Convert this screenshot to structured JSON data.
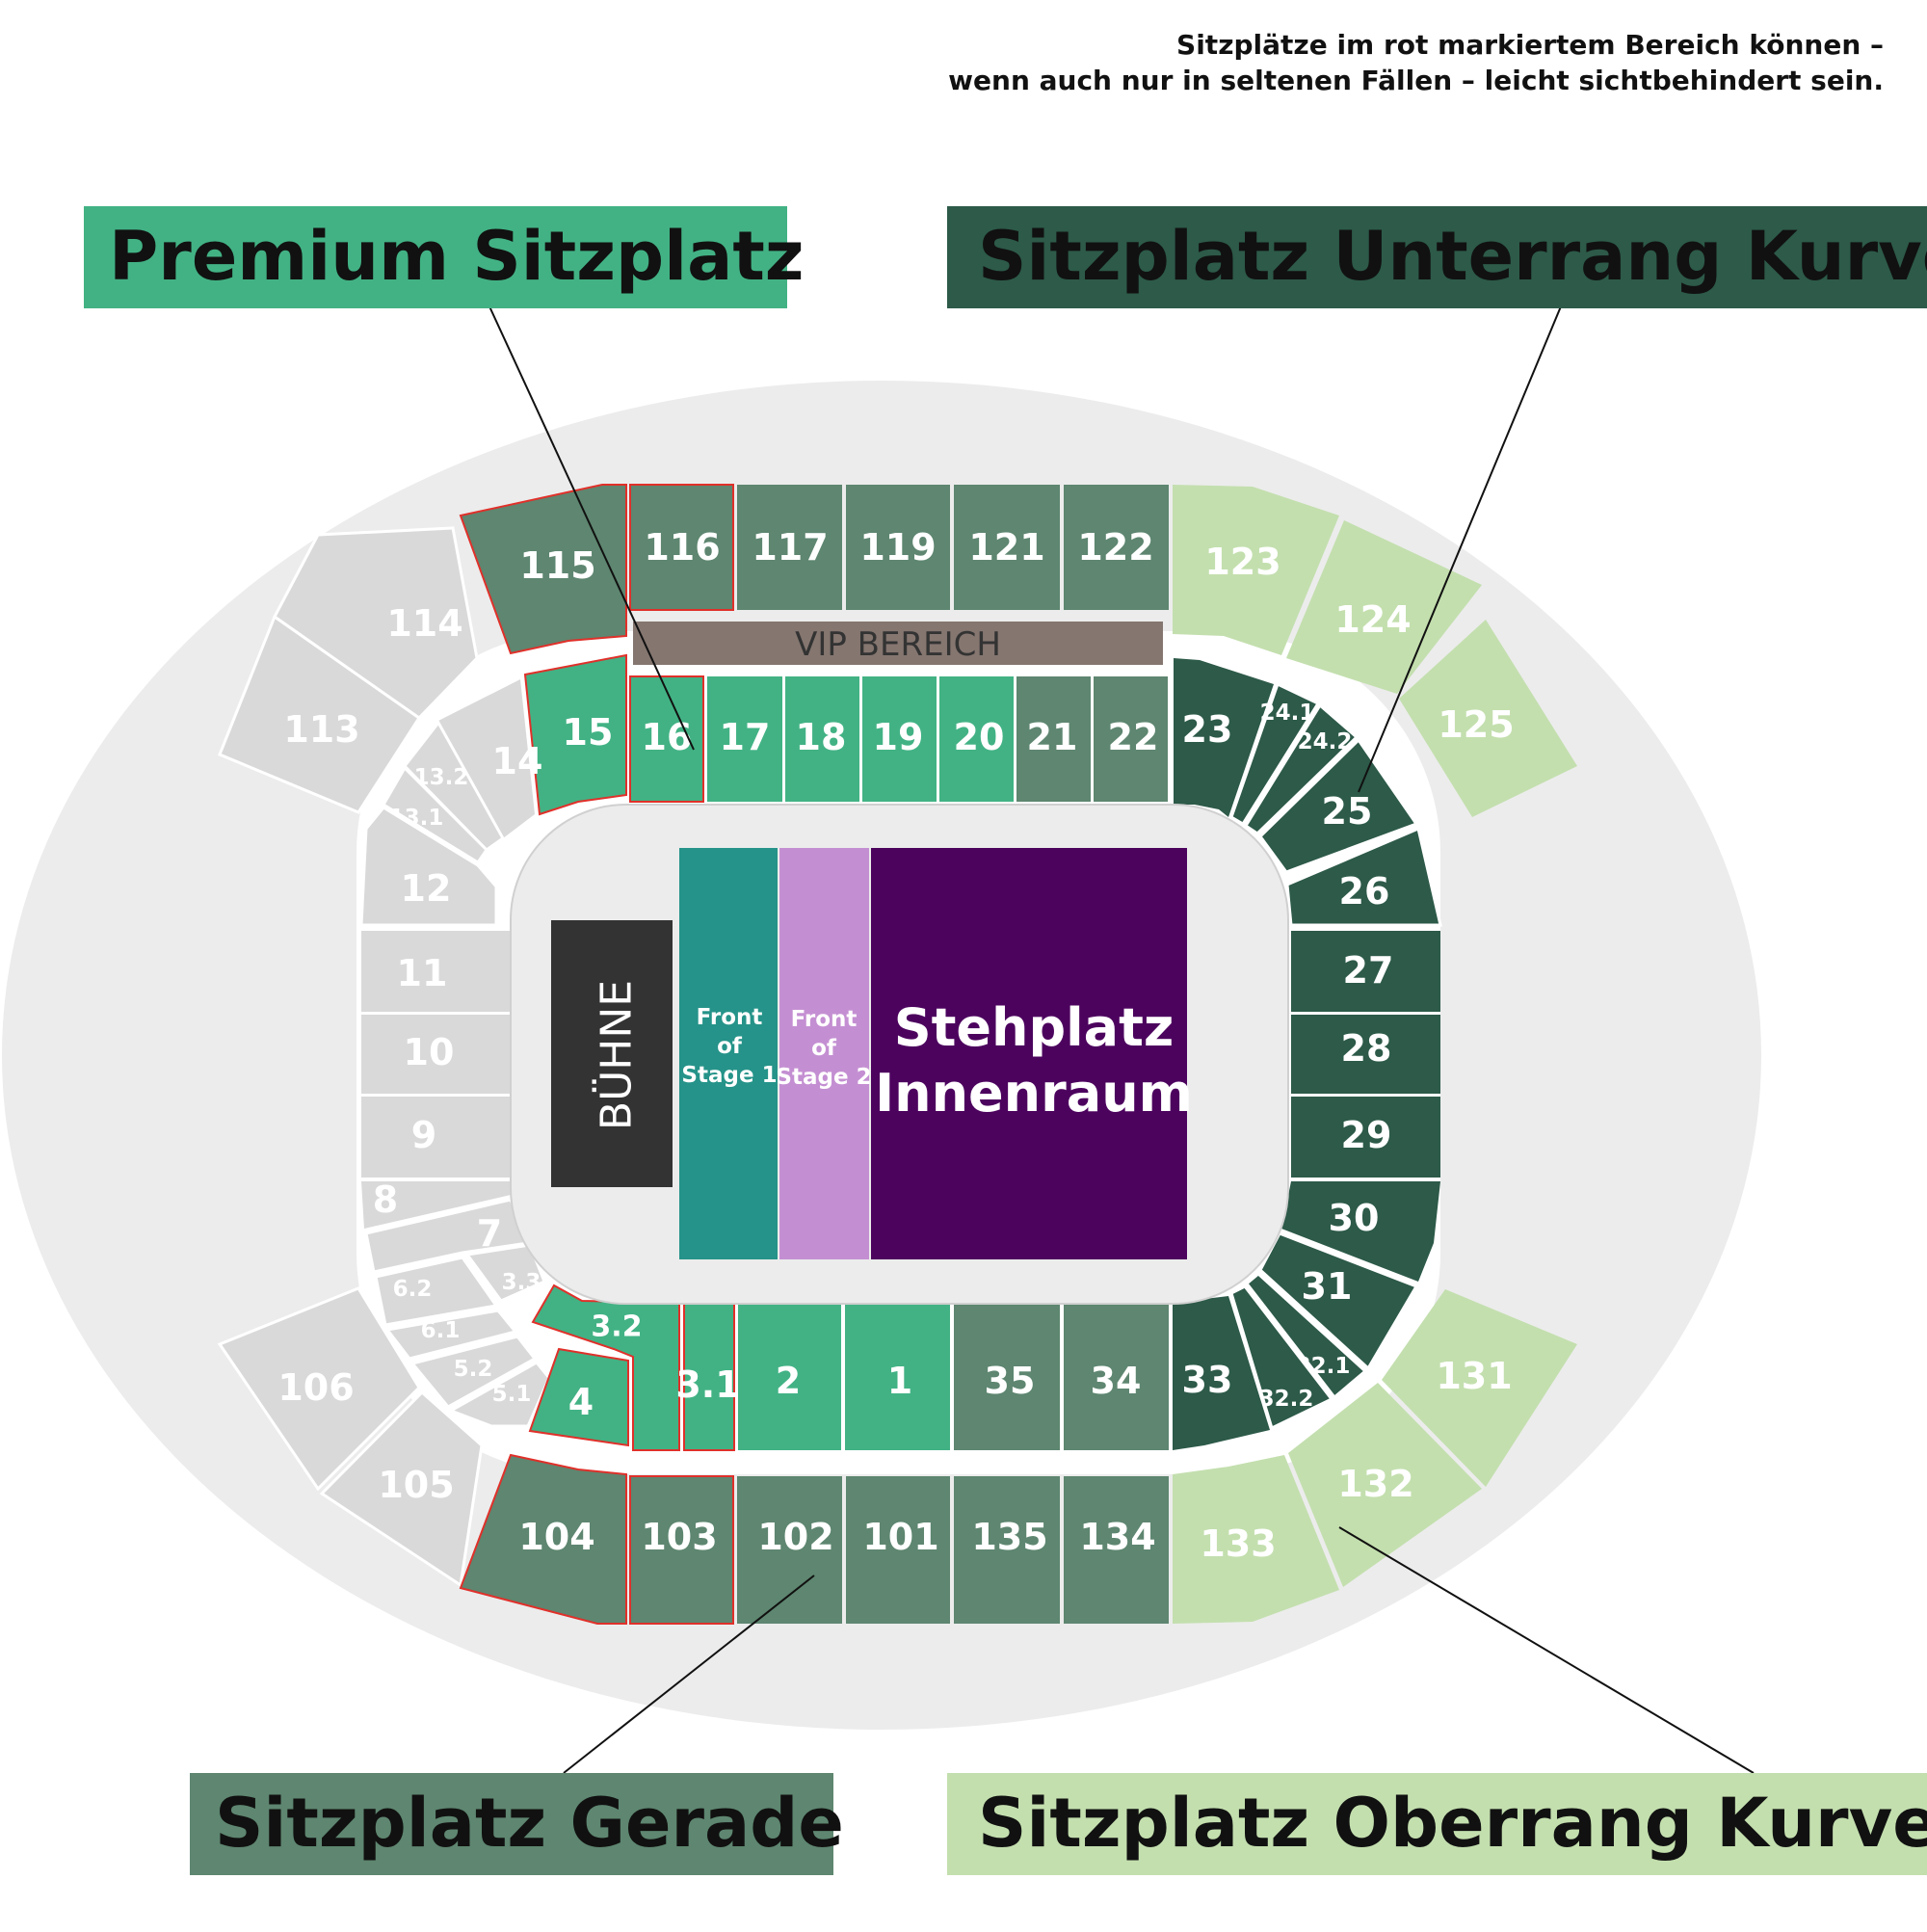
{
  "note": {
    "line1": "Sitzplätze im rot markiertem Bereich können –",
    "line2": "wenn auch nur in seltenen Fällen – leicht sichtbehindert sein."
  },
  "legend": {
    "premium": "Premium Sitzplatz",
    "unterrang_kurve": "Sitzplatz Unterrang Kurve",
    "gerade": "Sitzplatz Gerade",
    "oberrang_kurve": "Sitzplatz Oberrang Kurve"
  },
  "colors": {
    "premium": "#42b284",
    "gerade": "#5e8670",
    "unterrang_kurve": "#2d5a49",
    "oberrang_kurve": "#c3dfae",
    "unavailable": "#d9d9d9",
    "vip": "#857670",
    "buehne": "#333333",
    "front_of_stage_1": "#259389",
    "front_of_stage_2": "#c48fd2",
    "stehplatz": "#4c035e",
    "obstructed_outline": "#e0302a",
    "stadium": "#ececec"
  },
  "field": {
    "buehne": "BÜHNE",
    "fos1": [
      "Front",
      "of",
      "Stage 1"
    ],
    "fos2": [
      "Front",
      "of",
      "Stage 2"
    ],
    "stehplatz": [
      "Stehplatz",
      "Innenraum"
    ]
  },
  "vip": "VIP BEREICH",
  "sections": {
    "s116": "116",
    "s117": "117",
    "s119": "119",
    "s121": "121",
    "s122": "122",
    "s115": "115",
    "s114": "114",
    "s113": "113",
    "s123": "123",
    "s124": "124",
    "s125": "125",
    "s16": "16",
    "s17": "17",
    "s18": "18",
    "s19": "19",
    "s20": "20",
    "s21": "21",
    "s22": "22",
    "s15": "15",
    "s14": "14",
    "s13_2": "13.2",
    "s13_1": "13.1",
    "s12": "12",
    "s11": "11",
    "s10": "10",
    "s9": "9",
    "s8": "8",
    "s7": "7",
    "s6_2": "6.2",
    "s6_1": "6.1",
    "s5_2": "5.2",
    "s5_1": "5.1",
    "s3_3": "3.3",
    "s3_2": "3.2",
    "s4": "4",
    "s3_1": "3.1",
    "s2": "2",
    "s1": "1",
    "s35": "35",
    "s34": "34",
    "s23": "23",
    "s24_1": "24.1",
    "s24_2": "24.2",
    "s25": "25",
    "s26": "26",
    "s27": "27",
    "s28": "28",
    "s29": "29",
    "s30": "30",
    "s31": "31",
    "s32_1": "32.1",
    "s32_2": "32.2",
    "s33": "33",
    "s106": "106",
    "s105": "105",
    "s104": "104",
    "s103": "103",
    "s102": "102",
    "s101": "101",
    "s135": "135",
    "s134": "134",
    "s133": "133",
    "s132": "132",
    "s131": "131"
  }
}
